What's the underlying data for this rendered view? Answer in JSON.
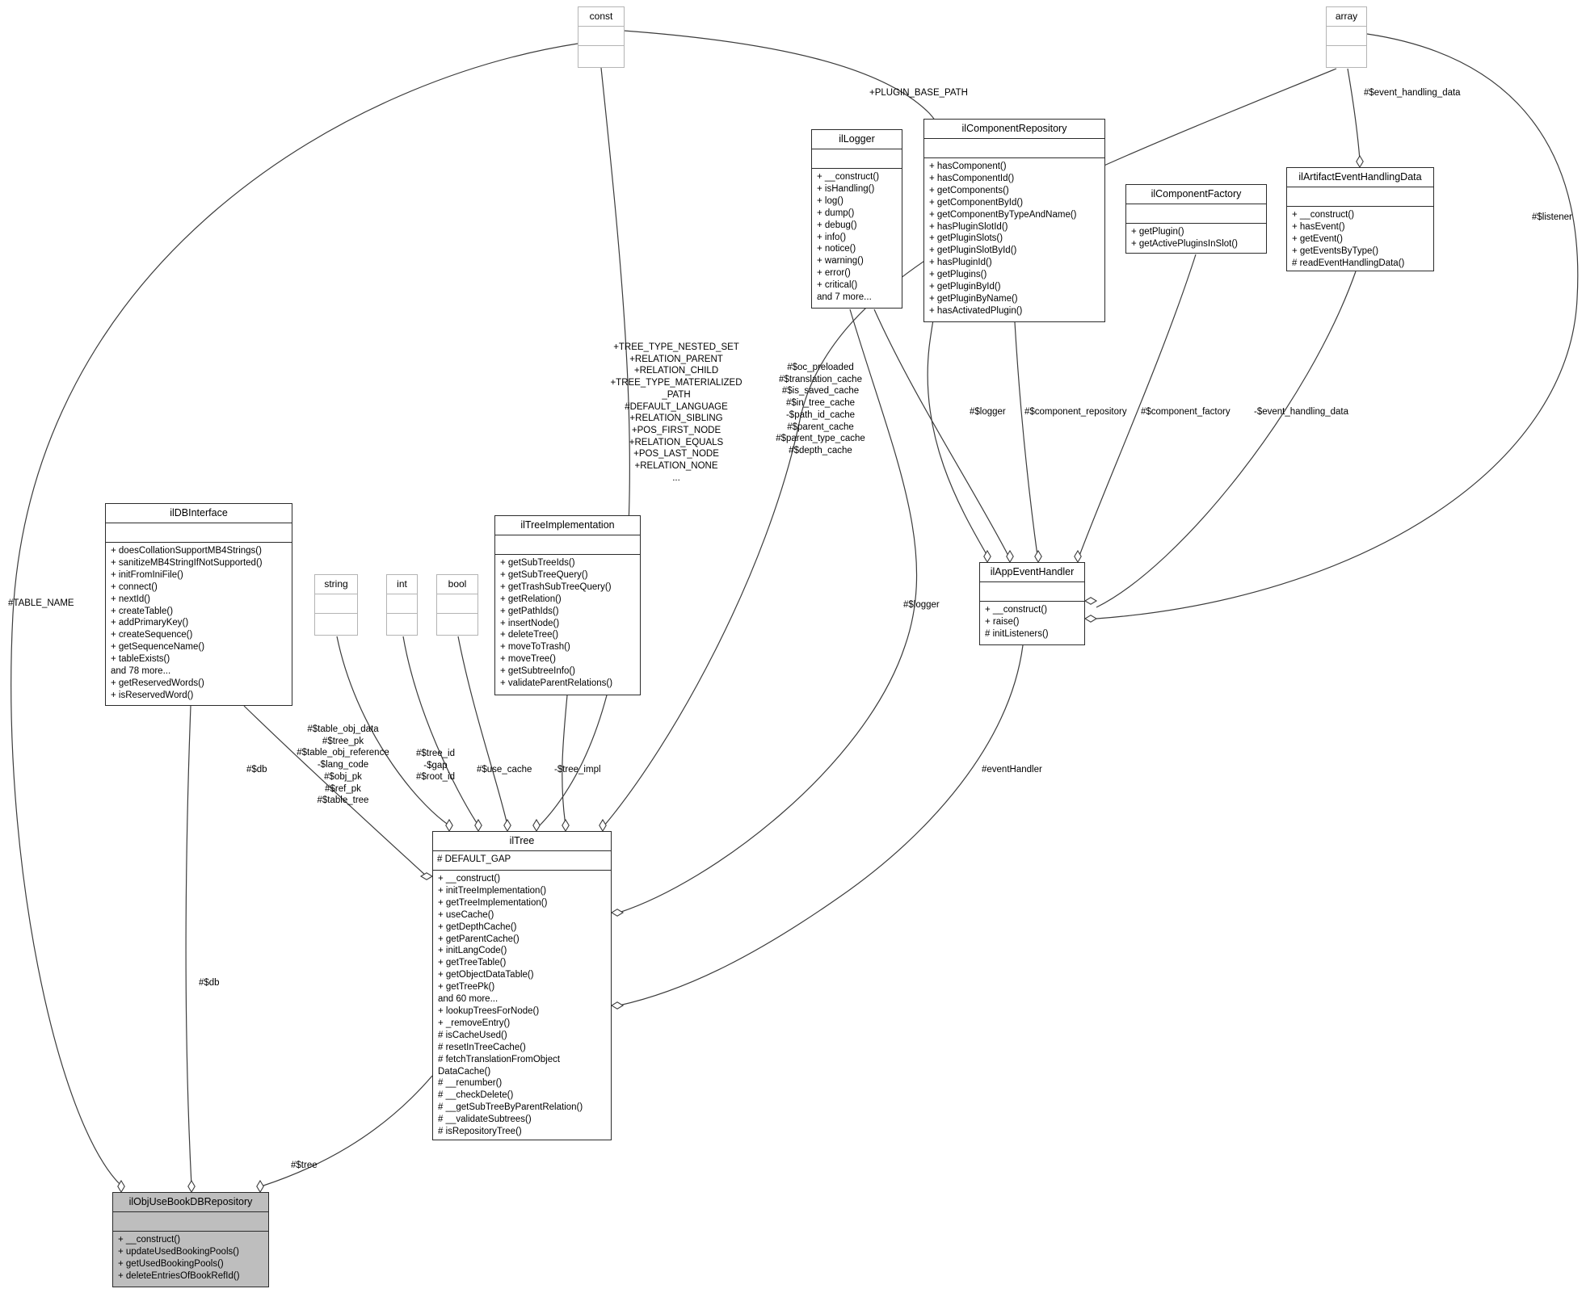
{
  "diagram_title": "ilObjUseBookDBRepository collaboration diagram",
  "colors": {
    "class_border": "#2b2b2b",
    "primitive_border": "#b4b4b4",
    "edge": "#3c3c3c",
    "highlight_fill": "#bebebe",
    "background": "#ffffff"
  },
  "classes": {
    "const": {
      "title": "const"
    },
    "array": {
      "title": "array"
    },
    "string": {
      "title": "string"
    },
    "int": {
      "title": "int"
    },
    "bool": {
      "title": "bool"
    },
    "ilLogger": {
      "title": "ilLogger",
      "attrs": [],
      "methods": [
        "+ __construct()",
        "+ isHandling()",
        "+ log()",
        "+ dump()",
        "+ debug()",
        "+ info()",
        "+ notice()",
        "+ warning()",
        "+ error()",
        "+ critical()",
        "and 7 more..."
      ]
    },
    "ilComponentRepository": {
      "title": "ilComponentRepository",
      "attrs": [],
      "methods": [
        "+ hasComponent()",
        "+ hasComponentId()",
        "+ getComponents()",
        "+ getComponentById()",
        "+ getComponentByTypeAndName()",
        "+ hasPluginSlotId()",
        "+ getPluginSlots()",
        "+ getPluginSlotById()",
        "+ hasPluginId()",
        "+ getPlugins()",
        "+ getPluginById()",
        "+ getPluginByName()",
        "+ hasActivatedPlugin()"
      ]
    },
    "ilComponentFactory": {
      "title": "ilComponentFactory",
      "attrs": [],
      "methods": [
        "+ getPlugin()",
        "+ getActivePluginsInSlot()"
      ]
    },
    "ilArtifactEventHandlingData": {
      "title": "ilArtifactEventHandlingData",
      "attrs": [],
      "methods": [
        "+ __construct()",
        "+ hasEvent()",
        "+ getEvent()",
        "+ getEventsByType()",
        "# readEventHandlingData()"
      ]
    },
    "ilDBInterface": {
      "title": "ilDBInterface",
      "attrs": [],
      "methods": [
        "+ doesCollationSupportMB4Strings()",
        "+ sanitizeMB4StringIfNotSupported()",
        "+ initFromIniFile()",
        "+ connect()",
        "+ nextId()",
        "+ createTable()",
        "+ addPrimaryKey()",
        "+ createSequence()",
        "+ getSequenceName()",
        "+ tableExists()",
        "and 78 more...",
        "+ getReservedWords()",
        "+ isReservedWord()"
      ]
    },
    "ilTreeImplementation": {
      "title": "ilTreeImplementation",
      "attrs": [],
      "methods": [
        "+ getSubTreeIds()",
        "+ getSubTreeQuery()",
        "+ getTrashSubTreeQuery()",
        "+ getRelation()",
        "+ getPathIds()",
        "+ insertNode()",
        "+ deleteTree()",
        "+ moveToTrash()",
        "+ moveTree()",
        "+ getSubtreeInfo()",
        "+ validateParentRelations()"
      ]
    },
    "ilAppEventHandler": {
      "title": "ilAppEventHandler",
      "attrs": [],
      "methods": [
        "+ __construct()",
        "+ raise()",
        "# initListeners()"
      ]
    },
    "ilTree": {
      "title": "ilTree",
      "attrs": [
        "# DEFAULT_GAP"
      ],
      "methods": [
        "+ __construct()",
        "+ initTreeImplementation()",
        "+ getTreeImplementation()",
        "+ useCache()",
        "+ getDepthCache()",
        "+ getParentCache()",
        "+ initLangCode()",
        "+ getTreeTable()",
        "+ getObjectDataTable()",
        "+ getTreePk()",
        "and 60 more...",
        "+ lookupTreesForNode()",
        "+ _removeEntry()",
        "# isCacheUsed()",
        "# resetInTreeCache()",
        "# fetchTranslationFromObject",
        "DataCache()",
        "# __renumber()",
        "# __checkDelete()",
        "# __getSubTreeByParentRelation()",
        "# __validateSubtrees()",
        "# isRepositoryTree()"
      ]
    },
    "ilObjUseBookDBRepository": {
      "title": "ilObjUseBookDBRepository",
      "attrs": [],
      "methods": [
        "+ __construct()",
        "+ updateUsedBookingPools()",
        "+ getUsedBookingPools()",
        "+ deleteEntriesOfBookRefId()"
      ]
    }
  },
  "labels": {
    "plugin_base_path": "+PLUGIN_BASE_PATH",
    "event_handling_data_top": "#$event_handling_data",
    "listener": "#$listener",
    "logger_to_handler": "#$logger",
    "component_repository": "#$component_repository",
    "component_factory": "#$component_factory",
    "event_handling_data_mid": "-$event_handling_data",
    "table_name": "#TABLE_NAME",
    "db_to_tree": "#$db",
    "use_cache": "#$use_cache",
    "tree_impl": "-$tree_impl",
    "logger_to_tree": "#$logger",
    "event_handler": "#eventHandler",
    "db_to_repo": "#$db",
    "tree_to_repo": "#$tree",
    "tree_consts": [
      "+TREE_TYPE_NESTED_SET",
      "+RELATION_PARENT",
      "+RELATION_CHILD",
      "+TREE_TYPE_MATERIALIZED",
      "_PATH",
      "#DEFAULT_LANGUAGE",
      "+RELATION_SIBLING",
      "+POS_FIRST_NODE",
      "+RELATION_EQUALS",
      "+POS_LAST_NODE",
      "+RELATION_NONE",
      "..."
    ],
    "tree_caches": [
      "#$oc_preloaded",
      "#$translation_cache",
      "#$is_saved_cache",
      "#$in_tree_cache",
      "-$path_id_cache",
      "#$parent_cache",
      "#$parent_type_cache",
      "#$depth_cache"
    ],
    "tree_table_fields": [
      "#$table_obj_data",
      "#$tree_pk",
      "#$table_obj_reference",
      "-$lang_code",
      "#$obj_pk",
      "#$ref_pk",
      "#$table_tree"
    ],
    "tree_id_fields": [
      "#$tree_id",
      "-$gap",
      "#$root_id"
    ]
  }
}
